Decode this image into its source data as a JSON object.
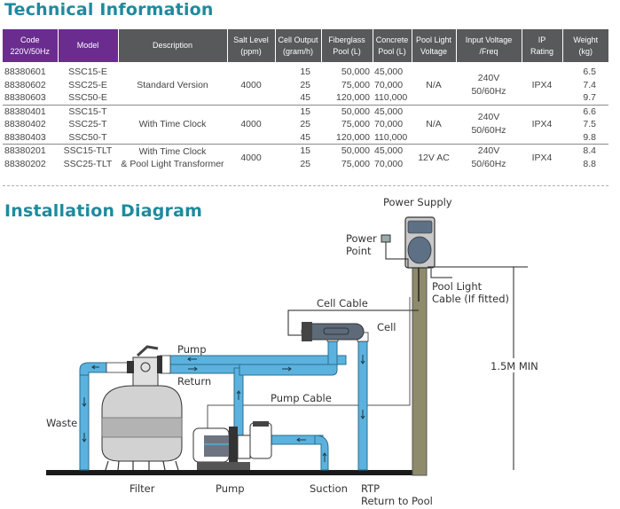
{
  "technical": {
    "title": "Technical Information",
    "headers": [
      {
        "line1": "Code",
        "line2": "220V/50Hz"
      },
      {
        "line1": "Model",
        "line2": ""
      },
      {
        "line1": "Description",
        "line2": ""
      },
      {
        "line1": "Salt Level",
        "line2": "(ppm)"
      },
      {
        "line1": "Cell Output",
        "line2": "(gram/h)"
      },
      {
        "line1": "Fiberglass",
        "line2": "Pool (L)"
      },
      {
        "line1": "Concrete",
        "line2": "Pool (L)"
      },
      {
        "line1": "Pool Light",
        "line2": "Voltage"
      },
      {
        "line1": "Input Voltage",
        "line2": "/Freq"
      },
      {
        "line1": "IP",
        "line2": "Rating"
      },
      {
        "line1": "Weight",
        "line2": "(kg)"
      }
    ],
    "groups": [
      {
        "description": [
          "Standard Version"
        ],
        "salt": "4000",
        "pool_light_voltage": "N/A",
        "input_voltage": [
          "240V",
          "50/60Hz"
        ],
        "ip_rating": "IPX4",
        "rows": [
          {
            "code": "88380601",
            "model": "SSC15-E",
            "cell_output": "15",
            "fiberglass": "50,000",
            "concrete": "45,000",
            "weight": "6.5"
          },
          {
            "code": "88380602",
            "model": "SSC25-E",
            "cell_output": "25",
            "fiberglass": "75,000",
            "concrete": "70,000",
            "weight": "7.4"
          },
          {
            "code": "88380603",
            "model": "SSC50-E",
            "cell_output": "45",
            "fiberglass": "120,000",
            "concrete": "110,000",
            "weight": "9.7"
          }
        ]
      },
      {
        "description": [
          "With Time Clock"
        ],
        "salt": "4000",
        "pool_light_voltage": "N/A",
        "input_voltage": [
          "240V",
          "50/60Hz"
        ],
        "ip_rating": "IPX4",
        "rows": [
          {
            "code": "88380401",
            "model": "SSC15-T",
            "cell_output": "15",
            "fiberglass": "50,000",
            "concrete": "45,000",
            "weight": "6.6"
          },
          {
            "code": "88380402",
            "model": "SSC25-T",
            "cell_output": "25",
            "fiberglass": "75,000",
            "concrete": "70,000",
            "weight": "7.5"
          },
          {
            "code": "88380403",
            "model": "SSC50-T",
            "cell_output": "45",
            "fiberglass": "120,000",
            "concrete": "110,000",
            "weight": "9.8"
          }
        ]
      },
      {
        "description": [
          "With Time Clock",
          "& Pool Light Transformer"
        ],
        "salt": "4000",
        "pool_light_voltage": "12V AC",
        "input_voltage": [
          "240V",
          "50/60Hz"
        ],
        "ip_rating": "IPX4",
        "rows": [
          {
            "code": "88380201",
            "model": "SSC15-TLT",
            "cell_output": "15",
            "fiberglass": "50,000",
            "concrete": "45,000",
            "weight": "8.4"
          },
          {
            "code": "88380202",
            "model": "SSC25-TLT",
            "cell_output": "25",
            "fiberglass": "75,000",
            "concrete": "70,000",
            "weight": "8.8"
          }
        ]
      }
    ]
  },
  "installation": {
    "title": "Installation Diagram",
    "labels": {
      "power_supply": "Power Supply",
      "power_point_1": "Power",
      "power_point_2": "Point",
      "pool_light_cable_1": "Pool Light",
      "pool_light_cable_2": "Cable (If fitted)",
      "cell_cable": "Cell Cable",
      "cell": "Cell",
      "pump_line": "Pump",
      "return_line": "Return",
      "pump_cable": "Pump Cable",
      "height_min": "1.5M MIN",
      "waste": "Waste",
      "filter": "Filter",
      "pump": "Pump",
      "suction": "Suction",
      "rtp": "RTP",
      "return_to_pool": "Return to Pool"
    },
    "colors": {
      "pipe": "#5bb2de",
      "pipe_outline": "#2b6f8f",
      "post": "#8e8a6c",
      "tank": "#d2d2d2",
      "tank_band": "#b3b3b3",
      "unit_face": "#5d7086",
      "ground": "#1a1a1a"
    }
  }
}
